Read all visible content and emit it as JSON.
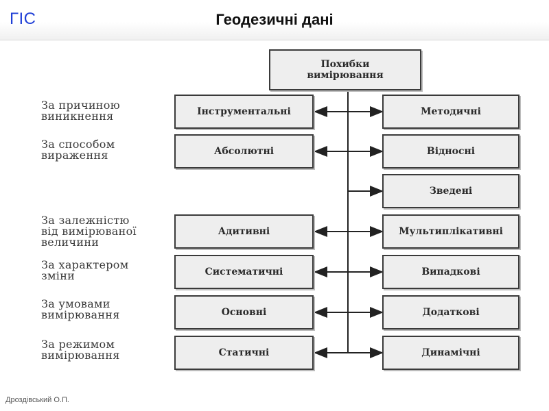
{
  "header": {
    "brand": "ГІС",
    "title": "Геодезичні дані"
  },
  "root": {
    "line1": "Похибки",
    "line2": "вимірювання"
  },
  "criteria": [
    {
      "line1": "За причиною",
      "line2": "виникнення"
    },
    {
      "line1": "За способом",
      "line2": "вираження"
    },
    {
      "line1": "За залежністю",
      "line2": "від вимірюваної",
      "line3": "величини"
    },
    {
      "line1": "За характером",
      "line2": "зміни"
    },
    {
      "line1": "За умовами",
      "line2": "вимірювання"
    },
    {
      "line1": "За режимом",
      "line2": "вимірювання"
    }
  ],
  "left_boxes": [
    "Інструментальні",
    "Абсолютні",
    "Адитивні",
    "Систематичні",
    "Основні",
    "Статичні"
  ],
  "right_boxes": [
    "Методичні",
    "Відносні",
    "Зведені",
    "Мультиплікативні",
    "Випадкові",
    "Додаткові",
    "Динамічні"
  ],
  "footer": {
    "author": "Дроздівський О.П."
  }
}
